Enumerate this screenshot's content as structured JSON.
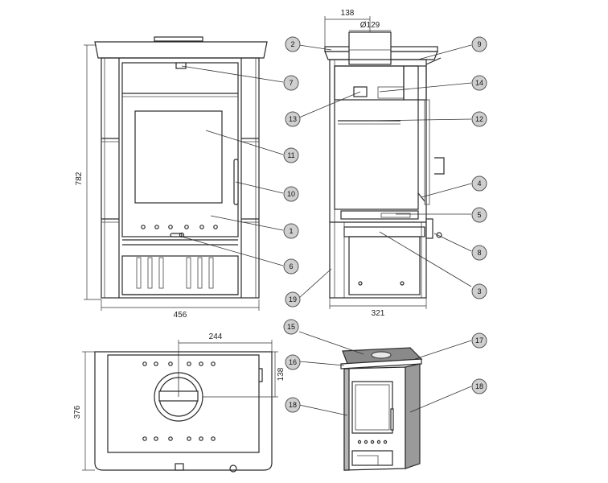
{
  "dimensions": {
    "height": "782",
    "width": "456",
    "depth": "321",
    "flue_offset": "138",
    "flue_diameter": "Ø129",
    "top_width": "244",
    "top_depth": "376",
    "top_flue_offset": "138"
  },
  "callouts": {
    "c1": "1",
    "c2": "2",
    "c3": "3",
    "c4": "4",
    "c5": "5",
    "c6": "6",
    "c7": "7",
    "c8": "8",
    "c9": "9",
    "c10": "10",
    "c11": "11",
    "c12": "12",
    "c13": "13",
    "c14": "14",
    "c15": "15",
    "c16": "16",
    "c17": "17",
    "c18a": "18",
    "c18b": "18",
    "c19": "19"
  }
}
